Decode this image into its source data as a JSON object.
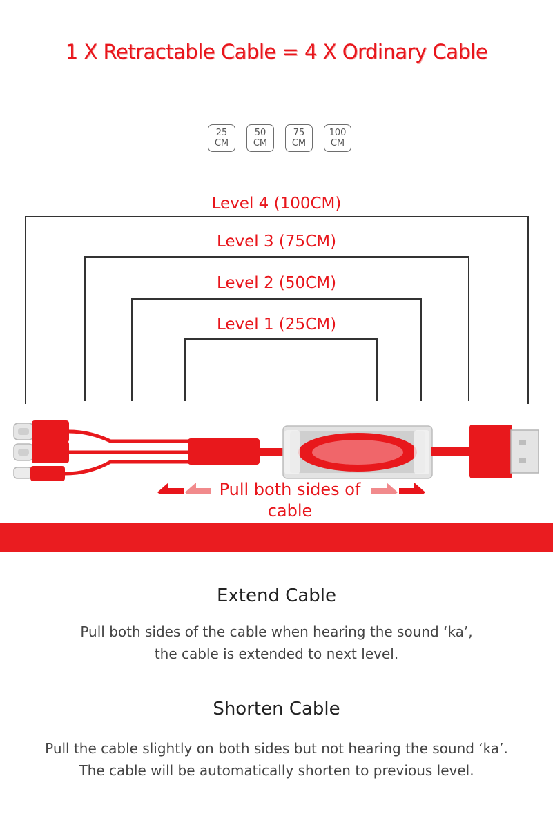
{
  "headline": "1 X Retractable Cable = 4 X Ordinary Cable",
  "lengths": [
    {
      "value": "25",
      "unit": "CM"
    },
    {
      "value": "50",
      "unit": "CM"
    },
    {
      "value": "75",
      "unit": "CM"
    },
    {
      "value": "100",
      "unit": "CM"
    }
  ],
  "levels": [
    {
      "label": "Level 4 (100CM)"
    },
    {
      "label": "Level 3 (75CM)"
    },
    {
      "label": "Level 2 (50CM)"
    },
    {
      "label": "Level 1 (25CM)"
    }
  ],
  "pull_instruction": "Pull both sides of cable",
  "colors": {
    "accent": "#e8151b",
    "band": "#ea1c20"
  },
  "extend": {
    "title": "Extend Cable",
    "line1": "Pull both sides of the cable when hearing the sound ‘ka’,",
    "line2": "the cable is extended to next level."
  },
  "shorten": {
    "title": "Shorten Cable",
    "line1": "Pull the cable slightly on both sides but not hearing the sound ‘ka’.",
    "line2": "The cable will be automatically shorten to previous level."
  }
}
